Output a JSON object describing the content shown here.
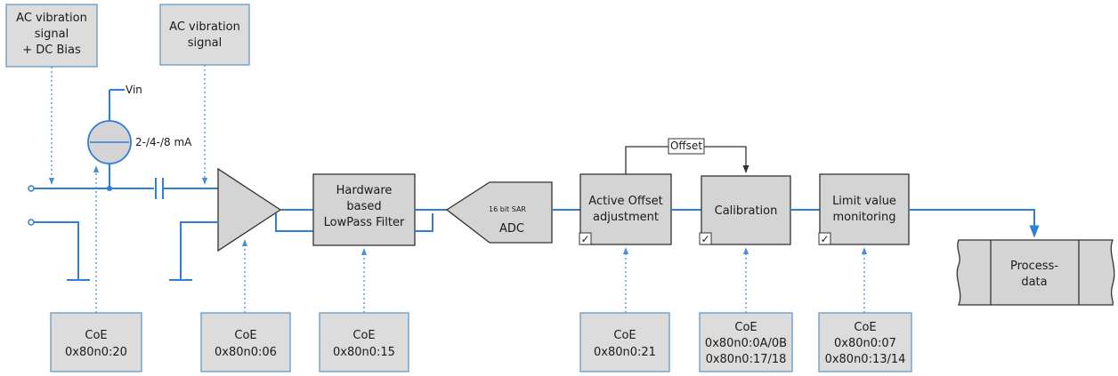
{
  "inputs": {
    "ac_dc": [
      "AC vibration",
      "signal",
      "+ DC Bias"
    ],
    "ac": [
      "AC vibration",
      "signal"
    ]
  },
  "current_source": {
    "vin": "Vin",
    "range": "2-/4-/8 mA"
  },
  "blocks": {
    "filter": [
      "Hardware",
      "based",
      "LowPass Filter"
    ],
    "adc_small": "16 bit SAR",
    "adc": "ADC",
    "offset_adj": [
      "Active Offset",
      "adjustment"
    ],
    "calibration": "Calibration",
    "limit": [
      "Limit value",
      "monitoring"
    ],
    "offset_label": "Offset",
    "process": [
      "Process-",
      "data"
    ]
  },
  "coe": {
    "current": [
      "CoE",
      "0x80n0:20"
    ],
    "amp": [
      "CoE",
      "0x80n0:06"
    ],
    "filter": [
      "CoE",
      "0x80n0:15"
    ],
    "offset": [
      "CoE",
      "0x80n0:21"
    ],
    "calibration": [
      "CoE",
      "0x80n0:0A/0B",
      "0x80n0:17/18"
    ],
    "limit": [
      "CoE",
      "0x80n0:07",
      "0x80n0:13/14"
    ]
  },
  "checkbox": {
    "glyph": "✓",
    "state": "checked",
    "color": "#2e8b2e"
  },
  "colors": {
    "wire": "#2f7fd6",
    "box_fill": "#dcdcdc",
    "box_border": "#6fa0c8",
    "block_fill": "#d4d4d4"
  }
}
